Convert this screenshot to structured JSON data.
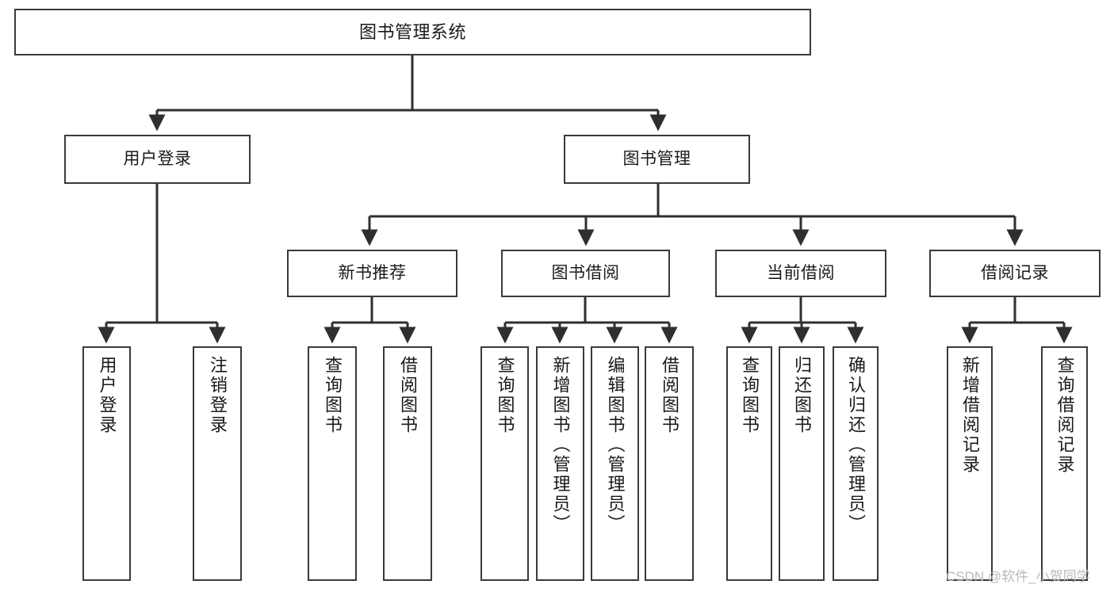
{
  "diagram": {
    "title": "图书管理系统",
    "type": "tree",
    "watermark": "CSDN @软件_小贺同学",
    "colors": {
      "box_border": "#3a3a3a",
      "box_fill": "#ffffff",
      "edge": "#2f2f2f",
      "text": "#1a1a1a",
      "watermark": "#b9b9b9",
      "background": "#ffffff"
    }
  },
  "nodes": {
    "root": {
      "label": "图书管理系统"
    },
    "level2": [
      {
        "id": "user-login",
        "label": "用户登录"
      },
      {
        "id": "book-manage",
        "label": "图书管理"
      }
    ],
    "level3": [
      {
        "id": "new-book-recommend",
        "label": "新书推荐"
      },
      {
        "id": "book-borrow",
        "label": "图书借阅"
      },
      {
        "id": "current-borrow",
        "label": "当前借阅"
      },
      {
        "id": "borrow-record",
        "label": "借阅记录"
      }
    ],
    "leaves": {
      "user_login": [
        {
          "id": "leaf-user-login",
          "label": "用户登录"
        },
        {
          "id": "leaf-logout-login",
          "label": "注销登录"
        }
      ],
      "new_book_recommend": [
        {
          "id": "leaf-query-book-1",
          "label": "查询图书"
        },
        {
          "id": "leaf-borrow-book-1",
          "label": "借阅图书"
        }
      ],
      "book_borrow": [
        {
          "id": "leaf-query-book-2",
          "label": "查询图书"
        },
        {
          "id": "leaf-add-book-admin",
          "label": "新增图书（管理员）"
        },
        {
          "id": "leaf-edit-book-admin",
          "label": "编辑图书（管理员）"
        },
        {
          "id": "leaf-borrow-book-2",
          "label": "借阅图书"
        }
      ],
      "current_borrow": [
        {
          "id": "leaf-query-book-3",
          "label": "查询图书"
        },
        {
          "id": "leaf-return-book",
          "label": "归还图书"
        },
        {
          "id": "leaf-confirm-return-admin",
          "label": "确认归还（管理员）"
        }
      ],
      "borrow_record": [
        {
          "id": "leaf-add-borrow-record",
          "label": "新增借阅记录"
        },
        {
          "id": "leaf-query-borrow-record",
          "label": "查询借阅记录"
        }
      ]
    }
  }
}
